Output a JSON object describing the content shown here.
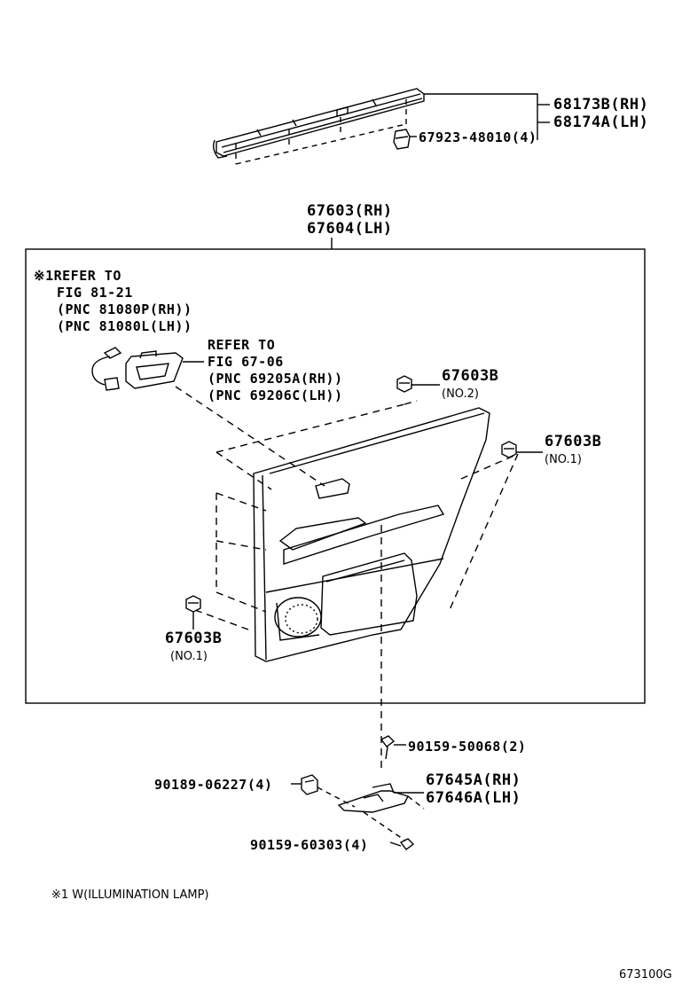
{
  "parts": {
    "molding_rh": "68173B(RH)",
    "molding_lh": "68174A(LH)",
    "clip_top": "67923-48010(4)",
    "panel_rh": "67603(RH)",
    "panel_lh": "67604(LH)",
    "clip_no2": "67603B",
    "clip_no2_note": "(NO.2)",
    "clip_no1_right": "67603B",
    "clip_no1_right_note": "(NO.1)",
    "clip_no1_left": "67603B",
    "clip_no1_left_note": "(NO.1)",
    "screw_50068": "90159-50068(2)",
    "clip_06227": "90189-06227(4)",
    "bracket_rh": "67645A(RH)",
    "bracket_lh": "67646A(LH)",
    "screw_60303": "90159-60303(4)"
  },
  "refs": {
    "lamp_ref_line1": "※1REFER TO",
    "lamp_ref_line2": "FIG 81-21",
    "lamp_ref_line3": "(PNC 81080P(RH))",
    "lamp_ref_line4": "(PNC 81080L(LH))",
    "handle_ref_line1": "REFER TO",
    "handle_ref_line2": "FIG 67-06",
    "handle_ref_line3": "(PNC 69205A(RH))",
    "handle_ref_line4": "(PNC 69206C(LH))"
  },
  "footnote": "※1 W(ILLUMINATION LAMP)",
  "figure_code": "673100G"
}
